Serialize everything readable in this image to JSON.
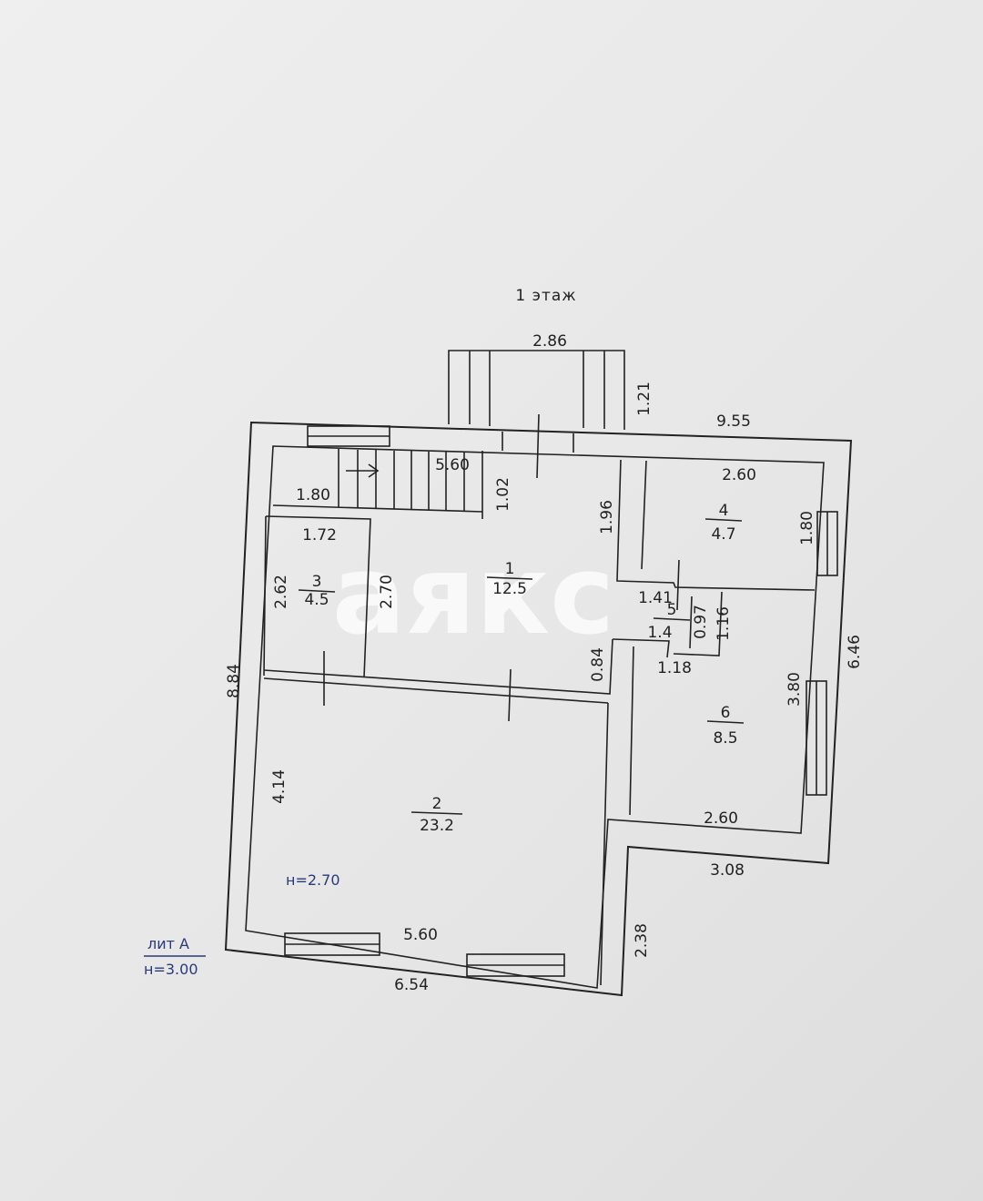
{
  "title": "1 этаж",
  "watermark": "аякс",
  "rooms": [
    {
      "num": "1",
      "area": "12.5"
    },
    {
      "num": "2",
      "area": "23.2"
    },
    {
      "num": "3",
      "area": "4.5"
    },
    {
      "num": "4",
      "area": "4.7"
    },
    {
      "num": "5",
      "area": "1.4"
    },
    {
      "num": "6",
      "area": "8.5"
    }
  ],
  "dimensions": {
    "porch_width": "2.86",
    "porch_depth": "1.21",
    "outer_right_top": "9.55",
    "stair_length": "5.60",
    "stair_width": "1.80",
    "hall_depth": "1.02",
    "hall_partition": "1.96",
    "room4_width": "2.60",
    "room4_depth": "1.80",
    "room3_width": "1.72",
    "room3_depth": "2.62",
    "room1_depth": "2.70",
    "room5_width": "1.41",
    "room5_depth_a": "0.97",
    "room5_depth_b": "1.16",
    "room5_bottom": "1.18",
    "step_084": "0.84",
    "outer_left": "8.84",
    "room6_depth": "3.80",
    "outer_right": "6.46",
    "room2_depth": "4.14",
    "room6_width": "2.60",
    "outer_right_bottom": "3.08",
    "room2_width": "5.60",
    "outer_bottom": "6.54",
    "outer_step": "2.38"
  },
  "notes": {
    "ceiling": "н=2.70",
    "lit": "лит А",
    "height": "н=3.00"
  }
}
